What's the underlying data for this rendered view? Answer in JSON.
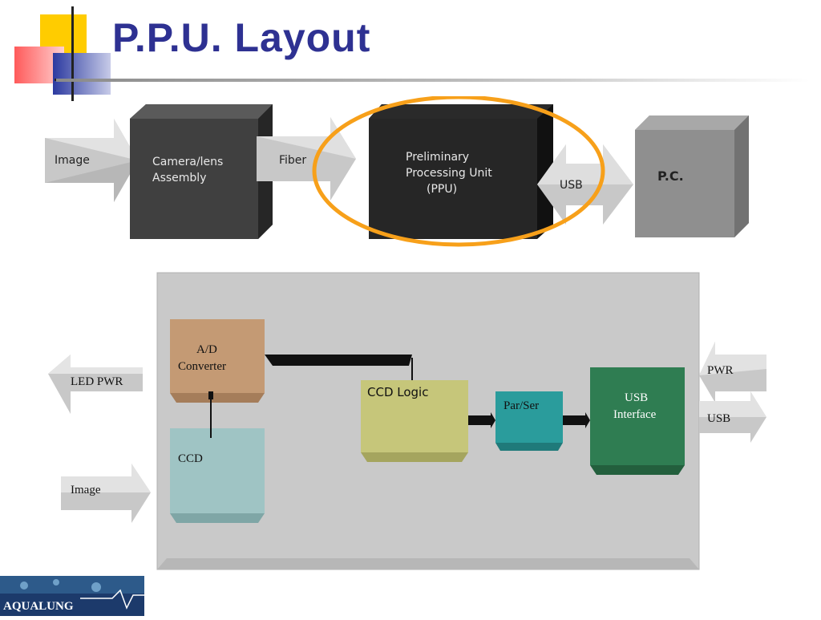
{
  "title": "P.P.U. Layout",
  "top_diagram": {
    "image_label": "Image",
    "camera_label_line1": "Camera/lens",
    "camera_label_line2": "Assembly",
    "fiber_label": "Fiber",
    "ppu_label_line1": "Preliminary",
    "ppu_label_line2": "Processing Unit",
    "ppu_label_line3": "(PPU)",
    "usb_label": "USB",
    "pc_label": "P.C.",
    "highlight_color": "#f7a01a"
  },
  "bottom_diagram": {
    "led_pwr_label": "LED PWR",
    "image_label": "Image",
    "ad_line1": "A/D",
    "ad_line2": "Converter",
    "ccd_label": "CCD",
    "ccd_logic_label": "CCD Logic",
    "parser_label": "Par/Ser",
    "usb_if_line1": "USB",
    "usb_if_line2": "Interface",
    "pwr_label": "PWR",
    "usb_label": "USB",
    "colors": {
      "ad": "#c49a74",
      "ccd": "#9fc4c4",
      "ccd_logic": "#c6c67a",
      "parser": "#2a9c9c",
      "usb_interface": "#2f7d52"
    }
  },
  "logo": {
    "text": "AQUALUNG"
  }
}
